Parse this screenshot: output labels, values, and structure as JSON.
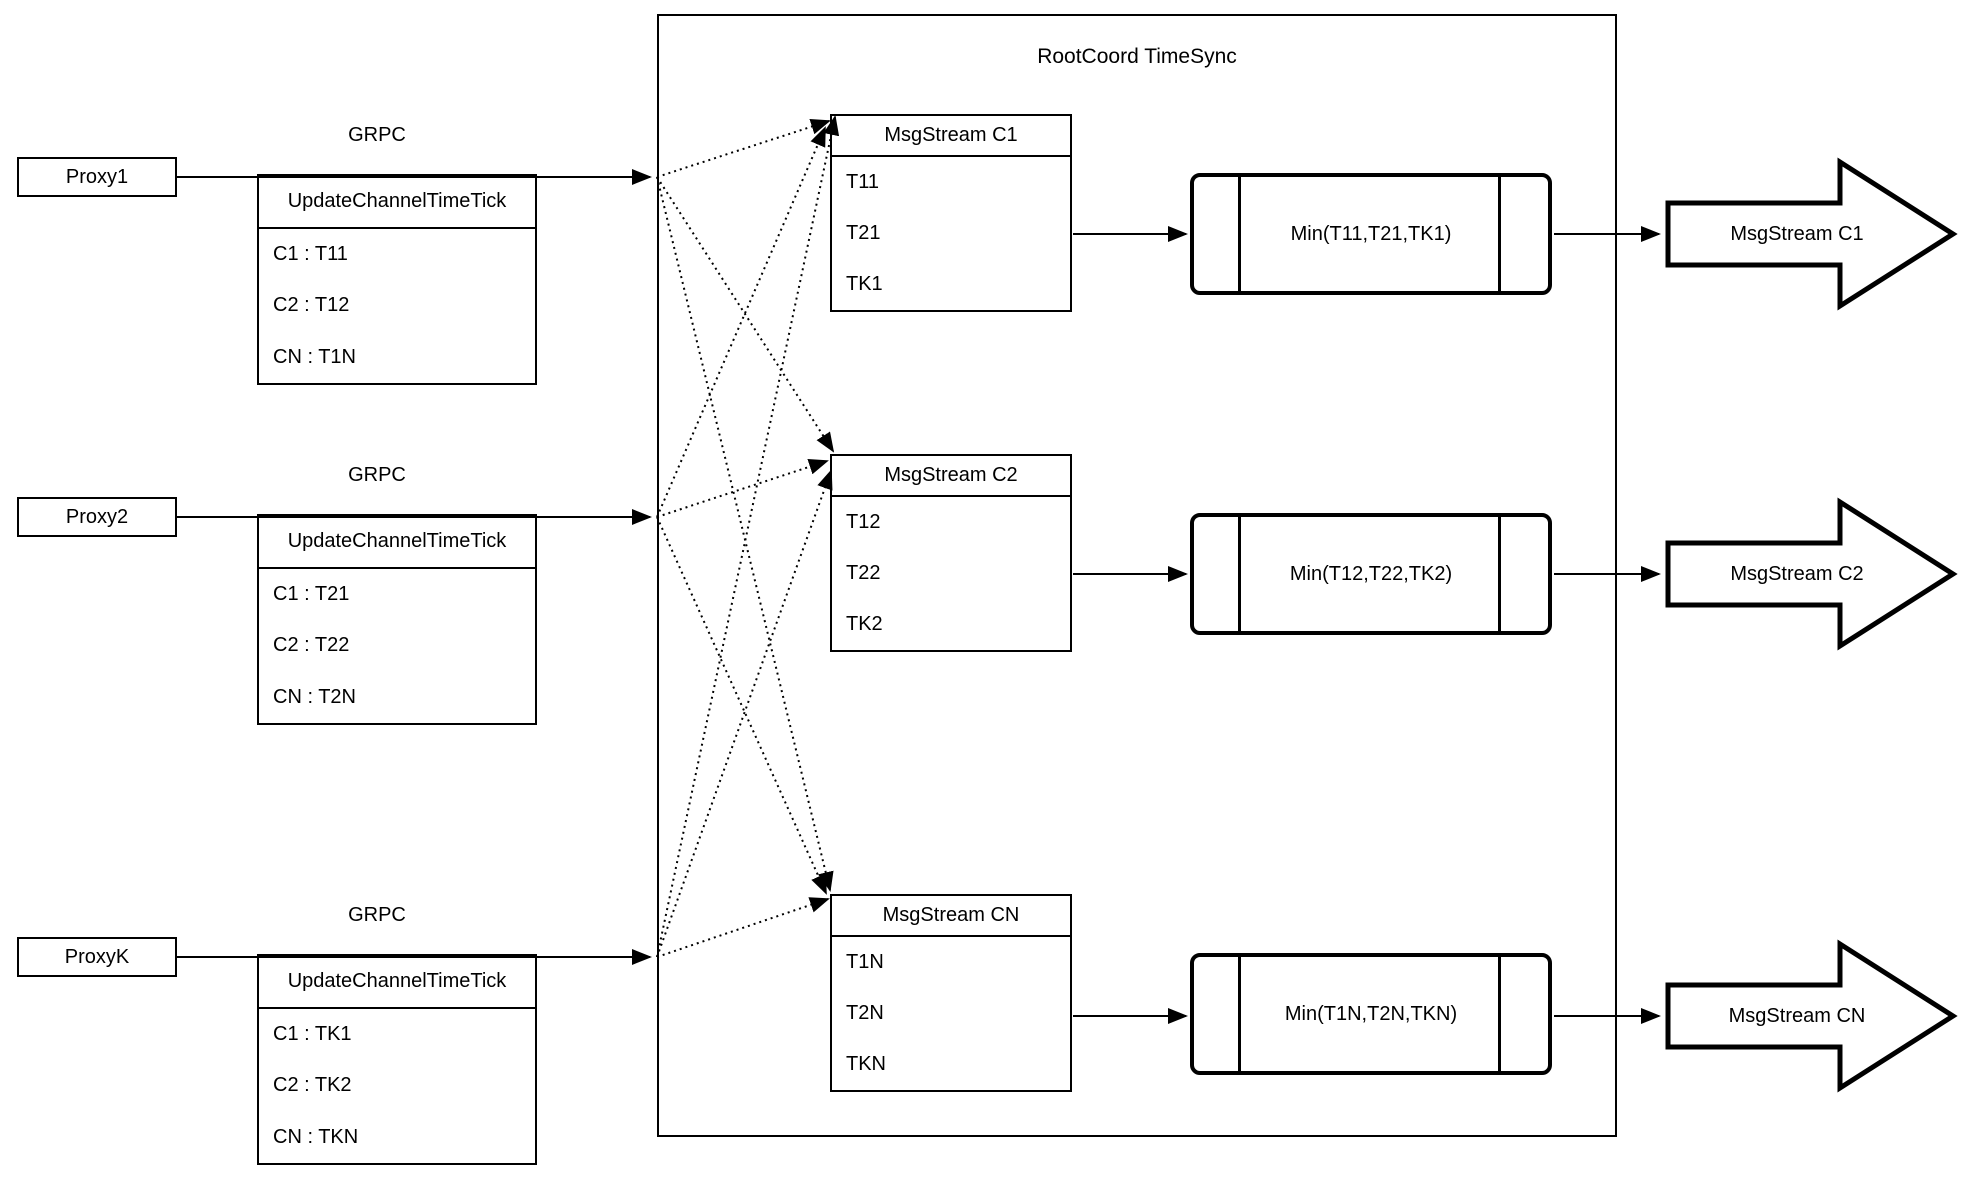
{
  "diagram": {
    "title": "RootCoord TimeSync",
    "grpc_label": "GRPC",
    "proxies": [
      {
        "name": "Proxy1",
        "table_header": "UpdateChannelTimeTick",
        "rows": [
          "C1 :  T11",
          "C2 :  T12",
          "CN : T1N"
        ]
      },
      {
        "name": "Proxy2",
        "table_header": "UpdateChannelTimeTick",
        "rows": [
          "C1 :  T21",
          "C2 :  T22",
          "CN : T2N"
        ]
      },
      {
        "name": "ProxyK",
        "table_header": "UpdateChannelTimeTick",
        "rows": [
          "C1 :  TK1",
          "C2 :  TK2",
          "CN : TKN"
        ]
      }
    ],
    "streams": [
      {
        "header": "MsgStream C1",
        "rows": [
          "T11",
          "T21",
          "TK1"
        ],
        "min_label": "Min(T11,T21,TK1)",
        "out_label": "MsgStream C1"
      },
      {
        "header": "MsgStream C2",
        "rows": [
          "T12",
          "T22",
          "TK2"
        ],
        "min_label": "Min(T12,T22,TK2)",
        "out_label": "MsgStream C2"
      },
      {
        "header": "MsgStream CN",
        "rows": [
          "T1N",
          "T2N",
          "TKN"
        ],
        "min_label": "Min(T1N,T2N,TKN)",
        "out_label": "MsgStream CN"
      }
    ],
    "colors": {
      "stroke": "#000000",
      "fill": "#ffffff",
      "text": "#000000"
    }
  }
}
